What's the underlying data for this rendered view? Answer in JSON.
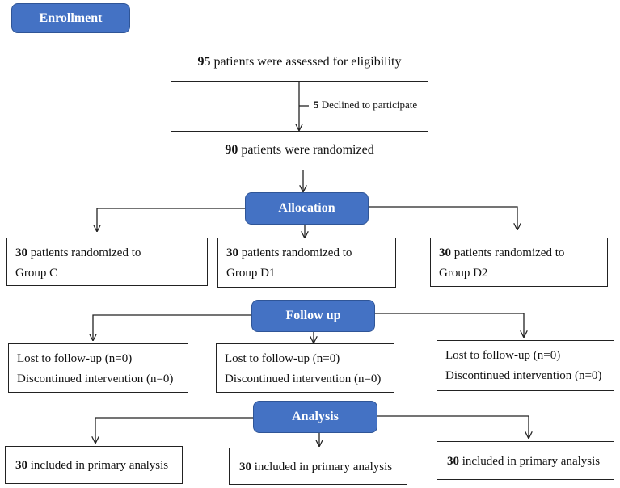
{
  "stages": {
    "enrollment": "Enrollment",
    "allocation": "Allocation",
    "follow_up": "Follow up",
    "analysis": "Analysis"
  },
  "assessed": {
    "count": "95",
    "text": "patients were assessed for eligibility"
  },
  "declined": {
    "count": "5",
    "text": "Declined to participate"
  },
  "randomized": {
    "count": "90",
    "text": "patients were randomized"
  },
  "allocation_groups": [
    {
      "count": "30",
      "line1": "patients randomized to",
      "line2": "Group C"
    },
    {
      "count": "30",
      "line1": "patients randomized to",
      "line2": "Group D1"
    },
    {
      "count": "30",
      "line1": "patients randomized to",
      "line2": "Group D2"
    }
  ],
  "follow_up_groups": [
    {
      "lost": "Lost to follow-up (n=0)",
      "discontinued": "Discontinued intervention (n=0)"
    },
    {
      "lost": "Lost to follow-up (n=0)",
      "discontinued": "Discontinued intervention (n=0)"
    },
    {
      "lost": "Lost to follow-up (n=0)",
      "discontinued": "Discontinued intervention (n=0)"
    }
  ],
  "analysis_groups": [
    {
      "count": "30",
      "text": "included in primary analysis"
    },
    {
      "count": "30",
      "text": "included in primary analysis"
    },
    {
      "count": "30",
      "text": "included in primary analysis"
    }
  ]
}
